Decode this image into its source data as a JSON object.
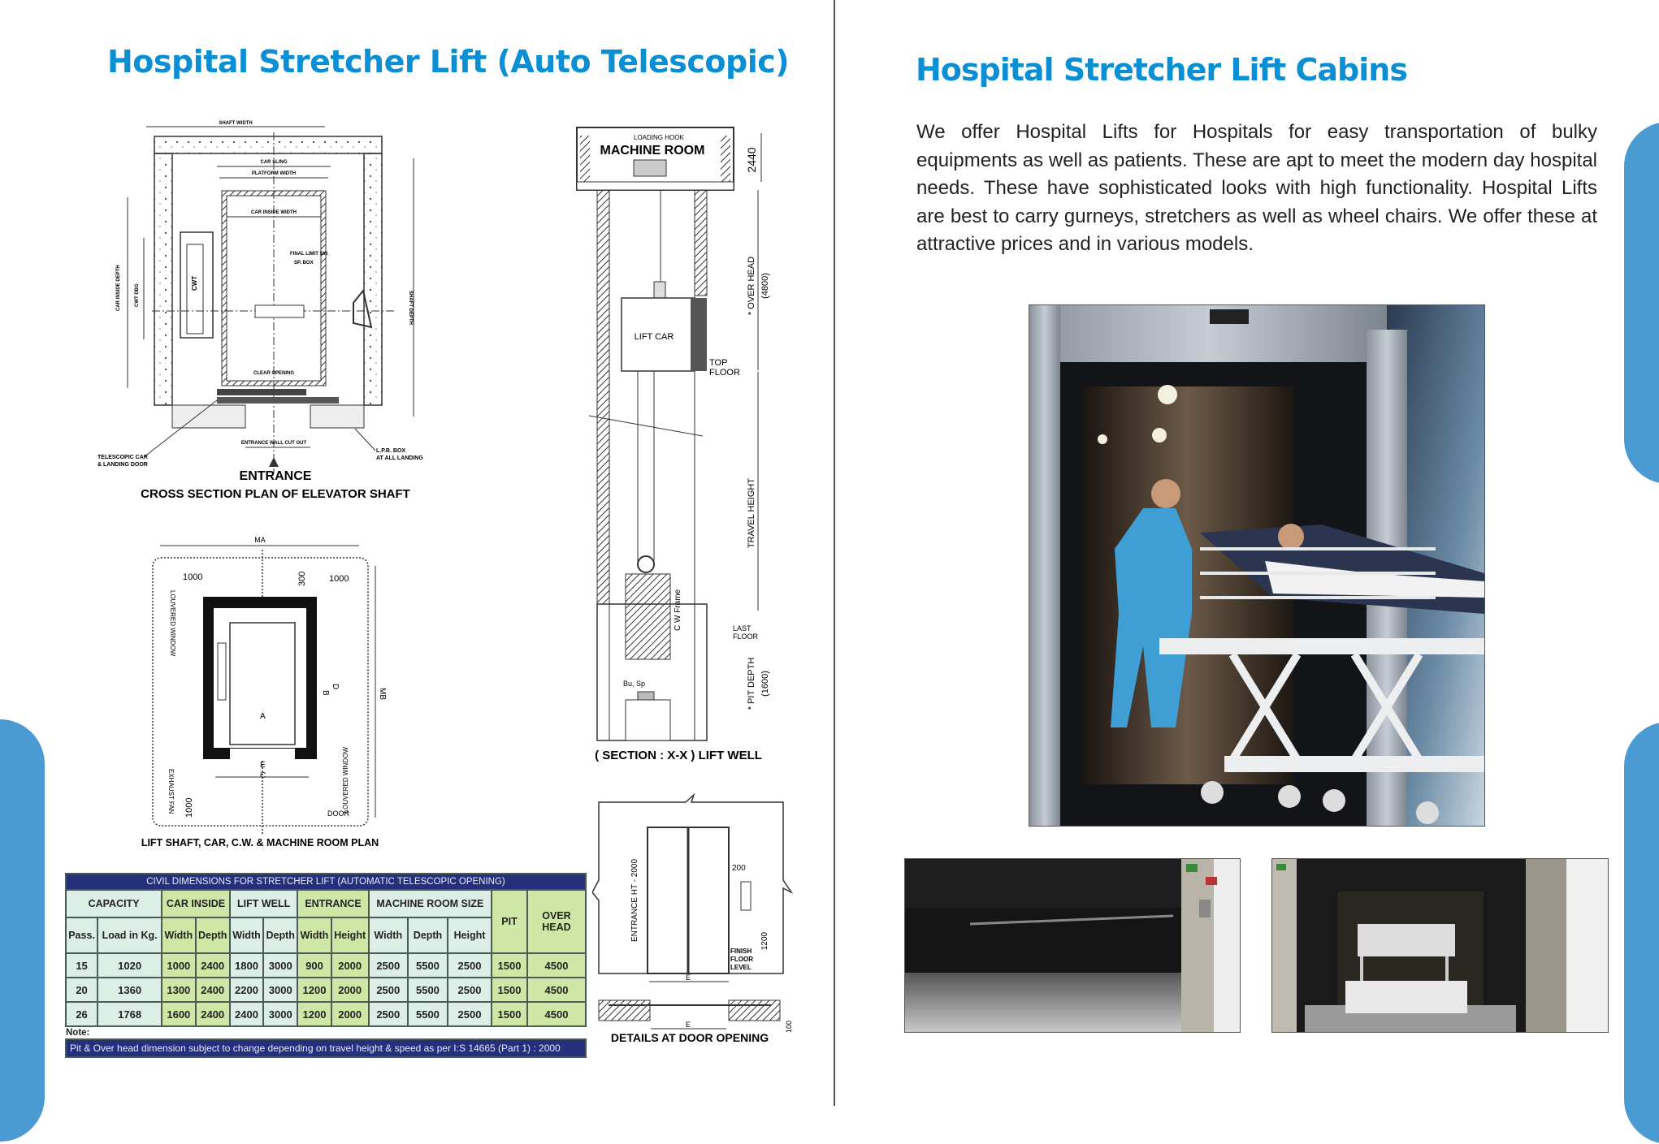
{
  "left": {
    "title": "Hospital Stretcher Lift (Auto Telescopic)",
    "shaft_plan": {
      "caption_entrance": "ENTRANCE",
      "caption": "CROSS SECTION PLAN OF ELEVATOR SHAFT",
      "labels": {
        "shaft_width": "SHAFT WIDTH",
        "car_sling": "CAR SLING",
        "platform_width": "PLATFORM WIDTH",
        "car_inside_width": "CAR INSIDE WIDTH",
        "final_limit": "FINAL LIMIT SW.",
        "sp_box": "SP. BOX",
        "clear_opening": "CLEAR OPENING",
        "entrance_wall": "ENTRANCE WALL CUT OUT",
        "telescopic_1": "TELESCOPIC CAR",
        "telescopic_2": "& LANDING DOOR",
        "lpb_1": "L.P.B. BOX",
        "lpb_2": "AT ALL LANDING",
        "car_inside_depth": "CAR INSIDE DEPTH",
        "cwt_dbg": "CWT DBG",
        "cwt": "CWT",
        "shaft_depth": "SHAFT DEPTH"
      }
    },
    "section": {
      "loading_hook": "LOADING HOOK",
      "machine_room": "MACHINE ROOM",
      "mr_height": "2440",
      "lift_car": "LIFT CAR",
      "top_floor_1": "TOP",
      "top_floor_2": "FLOOR",
      "over_head": "* OVER HEAD",
      "over_head_val": "(4800)",
      "travel_height": "TRAVEL HEIGHT",
      "cw_frame": "C W Frame",
      "last_floor_1": "LAST",
      "last_floor_2": "FLOOR",
      "pit_depth": "* PIT DEPTH",
      "pit_depth_val": "(1600)",
      "bu_sp": "Bu, Sp",
      "caption": "( SECTION : X-X ) LIFT WELL"
    },
    "room_plan": {
      "ma": "MA",
      "mb": "MB",
      "d1000_left": "1000",
      "d1000_right": "1000",
      "d300": "300",
      "d1000_bottom": "1000",
      "louvered_1": "LOUVERED WINDOW",
      "louvered_2": "LOUVERED WINDOW",
      "exhaust": "EXHAUST FAN",
      "door": "DOOR",
      "a": "A",
      "b": "B",
      "c": "C",
      "d": "D",
      "e": "E",
      "caption": "LIFT SHAFT, CAR, C.W. & MACHINE ROOM PLAN"
    },
    "door_detail": {
      "entrance_ht": "ENTRANCE HT - 2000",
      "d200": "200",
      "d1200": "1200",
      "finish_1": "FINISH",
      "finish_2": "FLOOR",
      "finish_3": "LEVEL",
      "e1": "E",
      "e2": "E",
      "d100": "100",
      "caption": "DETAILS AT DOOR OPENING"
    },
    "table": {
      "title": "CIVIL DIMENSIONS FOR STRETCHER LIFT (AUTOMATIC TELESCOPIC OPENING)",
      "groups": [
        "CAPACITY",
        "CAR INSIDE",
        "LIFT WELL",
        "ENTRANCE",
        "MACHINE ROOM SIZE",
        "PIT",
        "OVER HEAD"
      ],
      "subheaders": [
        "Pass.",
        "Load in Kg.",
        "Width",
        "Depth",
        "Width",
        "Depth",
        "Width",
        "Height",
        "Width",
        "Depth",
        "Height"
      ],
      "rows": [
        [
          "15",
          "1020",
          "1000",
          "2400",
          "1800",
          "3000",
          "900",
          "2000",
          "2500",
          "5500",
          "2500",
          "1500",
          "4500"
        ],
        [
          "20",
          "1360",
          "1300",
          "2400",
          "2200",
          "3000",
          "1200",
          "2000",
          "2500",
          "5500",
          "2500",
          "1500",
          "4500"
        ],
        [
          "26",
          "1768",
          "1600",
          "2400",
          "2400",
          "3000",
          "1200",
          "2000",
          "2500",
          "5500",
          "2500",
          "1500",
          "4500"
        ]
      ],
      "note_label": "Note:",
      "note": "Pit & Over head dimension subject to change depending on travel height & speed as per I:S 14665 (Part 1) : 2000"
    }
  },
  "right": {
    "title": "Hospital Stretcher Lift Cabins",
    "paragraph": "We offer Hospital Lifts for Hospitals for easy transportation of bulky equipments as well as patients. These are apt to meet the modern day hospital needs. These have sophisticated looks with high functionality. Hospital Lifts are best to carry gurneys, stretchers as well as wheel chairs. We offer these at attractive prices and in various models."
  },
  "colors": {
    "accent": "#0a8fd4",
    "tab": "#4a9ad4",
    "table_navy": "#24307c",
    "table_green": "#cfe7a6",
    "table_light": "#dcefe6"
  }
}
